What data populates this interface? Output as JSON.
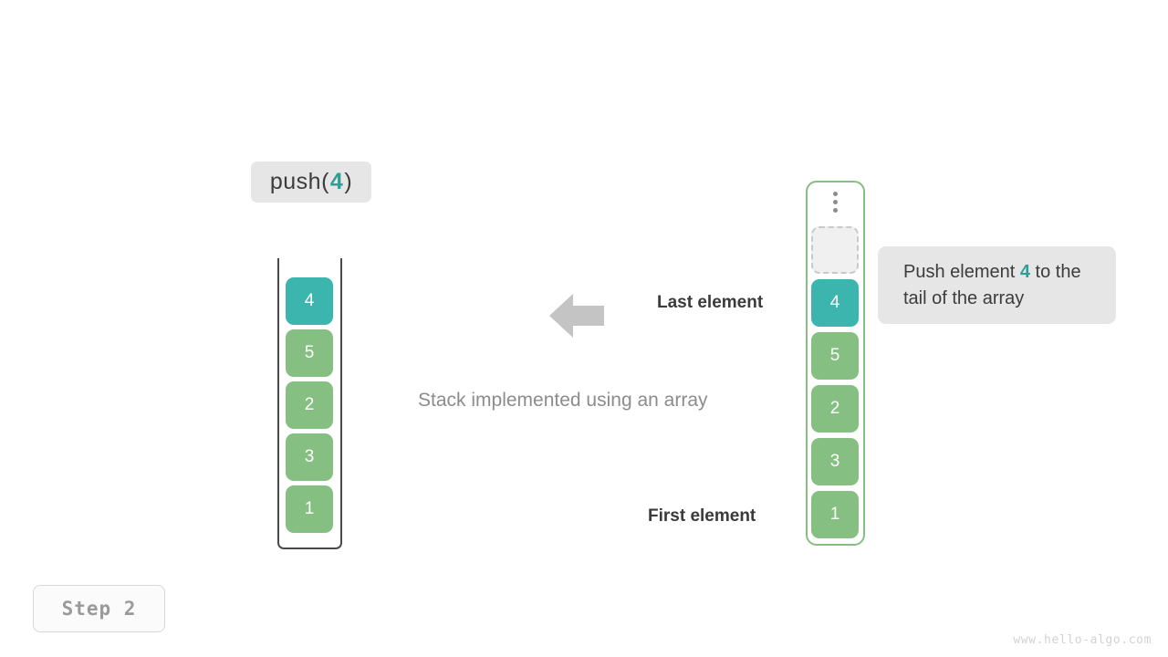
{
  "operation": {
    "prefix": "push(",
    "argument": "4",
    "suffix": ")"
  },
  "stack": {
    "title": "Stack implemented using an array",
    "cells": [
      {
        "value": "4",
        "style": "teal"
      },
      {
        "value": "5",
        "style": "green"
      },
      {
        "value": "2",
        "style": "green"
      },
      {
        "value": "3",
        "style": "green"
      },
      {
        "value": "1",
        "style": "green"
      }
    ]
  },
  "array": {
    "ellipsis_icon": "vertical-ellipsis-icon",
    "cells": [
      {
        "value": "",
        "style": "empty"
      },
      {
        "value": "4",
        "style": "teal"
      },
      {
        "value": "5",
        "style": "green"
      },
      {
        "value": "2",
        "style": "green"
      },
      {
        "value": "3",
        "style": "green"
      },
      {
        "value": "1",
        "style": "green"
      }
    ]
  },
  "callout": {
    "text_before": "Push element ",
    "accent": "4",
    "text_after": " to the tail of the array"
  },
  "annotations": {
    "arrow_icon": "arrow-left-icon",
    "last_element": "Last element",
    "first_element": "First element"
  },
  "step": {
    "label": "Step  2"
  },
  "watermark": {
    "text": "www.hello-algo.com"
  },
  "colors": {
    "accent_teal": "#3cb5ae",
    "accent_teal_text": "#2f9e94",
    "element_green": "#85bf82",
    "chip_bg": "#e6e6e6",
    "muted_text": "#8c8c8c"
  }
}
